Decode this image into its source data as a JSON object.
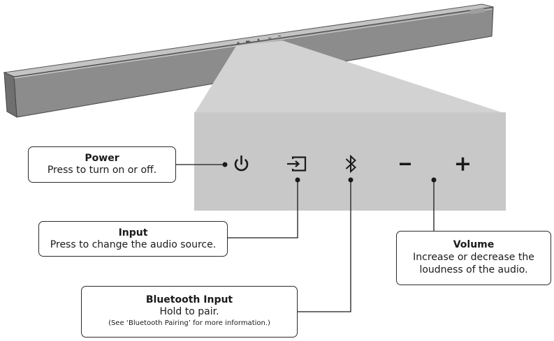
{
  "callouts": {
    "power": {
      "title": "Power",
      "desc": "Press to turn on or off."
    },
    "input": {
      "title": "Input",
      "desc": "Press to change the audio source."
    },
    "volume": {
      "title": "Volume",
      "desc": "Increase or decrease the loudness of the audio."
    },
    "bluetooth": {
      "title": "Bluetooth Input",
      "desc": "Hold to pair.",
      "note": "(See ‘Bluetooth Pairing’ for more information.)"
    }
  },
  "buttons": {
    "power_icon": "power-icon",
    "input_icon": "input-source-icon",
    "bluetooth_icon": "bluetooth-icon",
    "volume_down_icon": "minus-icon",
    "volume_up_icon": "plus-icon"
  },
  "colors": {
    "panel": "#c8c8c8",
    "soundbar_body": "#8a8a8a",
    "soundbar_top": "#bdbdbd",
    "icon": "#1a1a1a",
    "leader_line": "#1a1a1a"
  }
}
